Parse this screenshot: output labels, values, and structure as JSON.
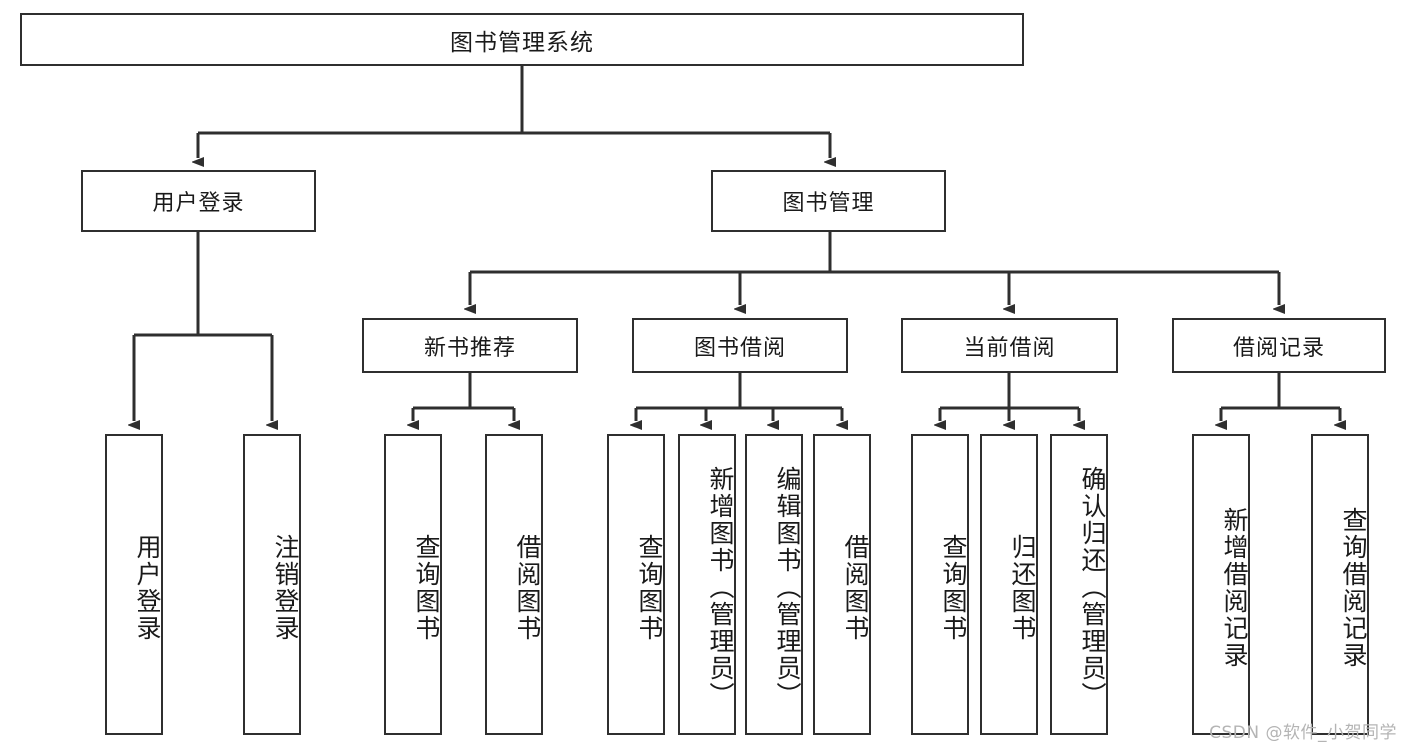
{
  "diagram": {
    "title": "图书管理系统",
    "type": "hierarchy-tree",
    "stroke_color": "#2f2f2f",
    "background_color": "#ffffff",
    "text_color": "#1a1a1a",
    "levels": 4
  },
  "root": {
    "label": "图书管理系统"
  },
  "level2": [
    {
      "label": "用户登录"
    },
    {
      "label": "图书管理"
    }
  ],
  "level3": [
    {
      "label": "新书推荐"
    },
    {
      "label": "图书借阅"
    },
    {
      "label": "当前借阅"
    },
    {
      "label": "借阅记录"
    }
  ],
  "leaves": {
    "user_login": [
      {
        "label": "用户登录"
      },
      {
        "label": "注销登录"
      }
    ],
    "new_book_recommend": [
      {
        "label": "查询图书"
      },
      {
        "label": "借阅图书"
      }
    ],
    "book_borrow": [
      {
        "label": "查询图书"
      },
      {
        "label": "新增图书（管理员）"
      },
      {
        "label": "编辑图书（管理员）"
      },
      {
        "label": "借阅图书"
      }
    ],
    "current_borrow": [
      {
        "label": "查询图书"
      },
      {
        "label": "归还图书"
      },
      {
        "label": "确认归还（管理员）"
      }
    ],
    "borrow_record": [
      {
        "label": "新增借阅记录"
      },
      {
        "label": "查询借阅记录"
      }
    ]
  },
  "watermark": {
    "text": "CSDN @软件_小贺同学"
  }
}
